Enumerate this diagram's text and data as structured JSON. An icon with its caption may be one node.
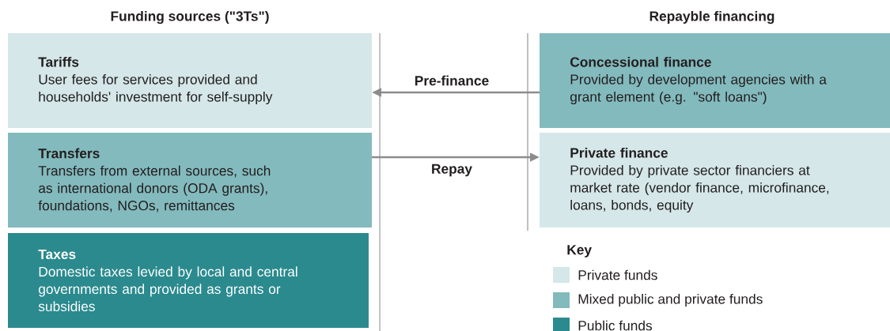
{
  "diagram": {
    "nodes": [
      {
        "text": [
          "Tariffs",
          "User fees for services provided and households' investment for self-supply"
        ]
      },
      {
        "text": [
          "Transfers",
          "Transfers from external sources, such as international donors (ODA grants), foundations, NGOs, remittances"
        ]
      },
      {
        "text": [
          "Taxes",
          "Domestic taxes levied by local and central governments and provided as grants or subsidies"
        ]
      },
      {
        "text": [
          "Concessional finance",
          "Provided by development agencies with a grant element (e.g. \"soft loans\")"
        ]
      },
      {
        "text": [
          "Private finance",
          "Provided by private sector financiers at market rate (vendor finance, microfinance, loans, bonds, equity"
        ]
      }
    ],
    "edges": [
      {
        "from": 3,
        "to": 0,
        "arrow": "to",
        "label": "Pre-finance"
      },
      {
        "from": 1,
        "to": 4,
        "arrow": "to",
        "label": "Repay"
      }
    ],
    "labels": [
      "Funding sources (\"3Ts\")",
      "Repayble financing",
      "Key"
    ],
    "legend": [
      {
        "text": "Private funds",
        "color": "#d5e7e9"
      },
      {
        "text": "Mixed public and private funds",
        "color": "#83babd"
      },
      {
        "text": "Public funds",
        "color": "#2b8a8e"
      }
    ]
  }
}
